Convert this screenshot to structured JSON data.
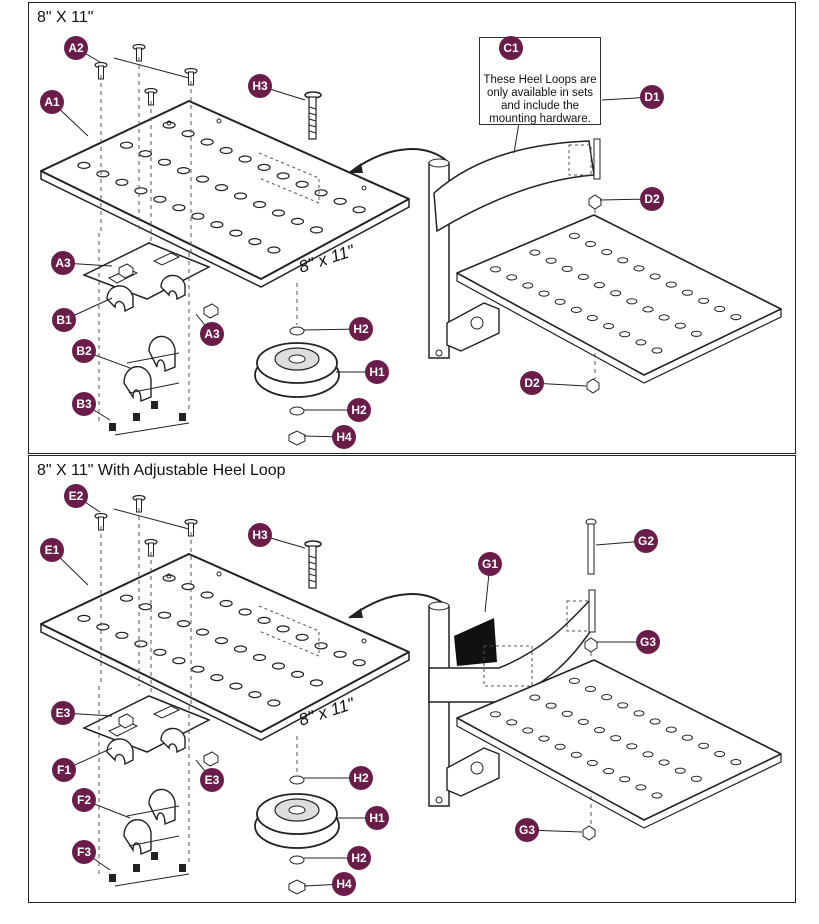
{
  "top": {
    "title": "8\" X 11\"",
    "plate_label": "8\" x 11\"",
    "note": "These Heel Loops are only available in sets and include the mounting hardware.",
    "labels": {
      "note_id": "C1",
      "screws": "A2",
      "plate": "A1",
      "bolt": "H3",
      "bracket": "A3",
      "clamp_top": "B1",
      "nut_side": "A3",
      "clamp_bottom": "B2",
      "clamp_screws": "B3",
      "spacer_top": "H2",
      "wheel": "H1",
      "spacer_bottom": "H2",
      "wheel_nut": "H4",
      "loop_bolt": "D1",
      "loop_nut_top": "D2",
      "loop_nut_bottom": "D2"
    }
  },
  "bottom": {
    "title": "8\" X 11\" With Adjustable Heel Loop",
    "plate_label": "8\" x 11\"",
    "labels": {
      "screws": "E2",
      "plate": "E1",
      "bolt": "H3",
      "bracket": "E3",
      "clamp_top": "F1",
      "nut_side": "E3",
      "clamp_bottom": "F2",
      "clamp_screws": "F3",
      "spacer_top": "H2",
      "wheel": "H1",
      "spacer_bottom": "H2",
      "wheel_nut": "H4",
      "strap": "G1",
      "loop_bolt": "G2",
      "loop_nut_top": "G3",
      "loop_nut_bottom": "G3"
    }
  },
  "colors": {
    "badge": "#6b1d4a",
    "line": "#222222",
    "velcro": "#111111"
  }
}
